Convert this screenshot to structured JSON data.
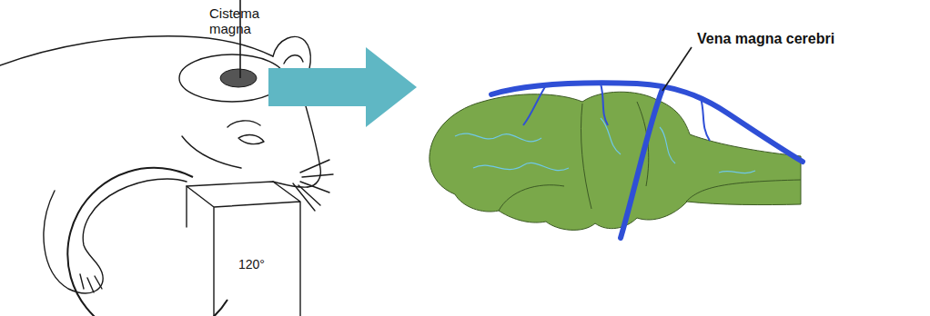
{
  "diagram": {
    "labels": [
      "Cistema magna",
      "120°",
      "Vena magna cerebri"
    ]
  }
}
